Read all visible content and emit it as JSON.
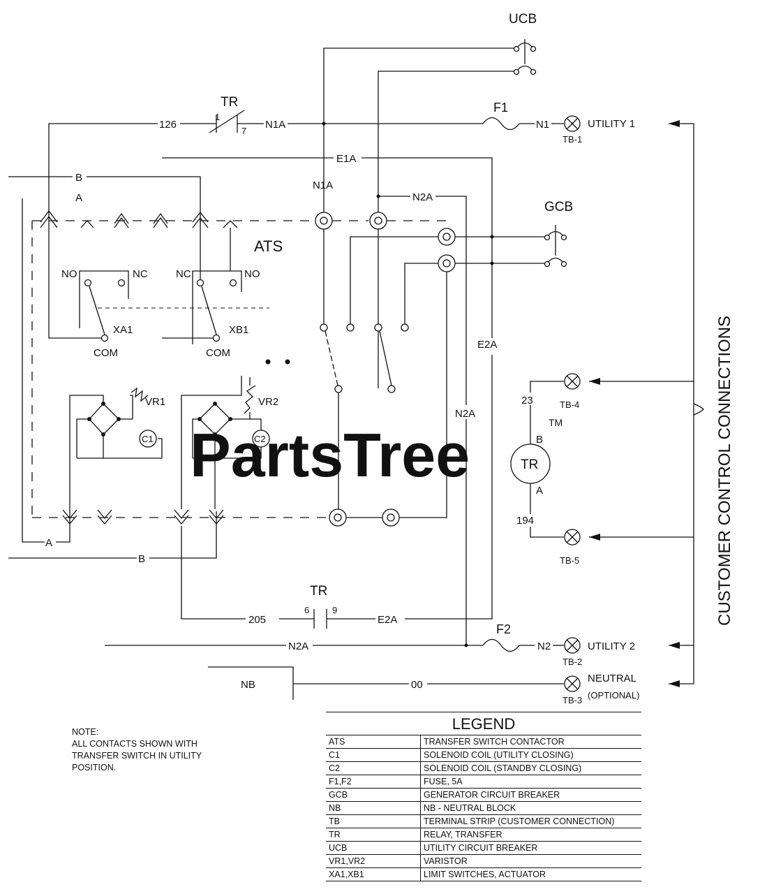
{
  "labels": {
    "ucb": "UCB",
    "gcb": "GCB",
    "ats": "ATS",
    "tr_top": "TR",
    "tr_bottom": "TR",
    "tr_coil": "TR",
    "f1": "F1",
    "f2": "F2",
    "w126": "126",
    "w205": "205",
    "w23": "23",
    "w194": "194",
    "w00": "00",
    "n1a_top": "N1A",
    "n1a_mid": "N1A",
    "n1": "N1",
    "n2": "N2",
    "n2a_mid": "N2A",
    "n2a_vert": "N2A",
    "n2a_bottom": "N2A",
    "e1a": "E1A",
    "e2a_vert": "E2A",
    "e2a_bottom": "E2A",
    "pin1": "1",
    "pin7": "7",
    "pin6": "6",
    "pin9": "9",
    "b_top": "B",
    "a_top": "A",
    "a_bottom": "A",
    "b_bottom": "B",
    "coil_b": "B",
    "coil_a": "A",
    "no_left": "NO",
    "nc_left": "NC",
    "nc_right": "NC",
    "no_right": "NO",
    "xa1": "XA1",
    "xb1": "XB1",
    "com_left": "COM",
    "com_right": "COM",
    "vr1": "VR1",
    "vr2": "VR2",
    "c1": "C1",
    "c2": "C2",
    "nb": "NB",
    "utility1": "UTILITY 1",
    "utility2": "UTILITY 2",
    "neutral": "NEUTRAL",
    "optional": "(OPTIONAL)",
    "tb1": "TB-1",
    "tb2": "TB-2",
    "tb3": "TB-3",
    "tb4": "TB-4",
    "tb5": "TB-5",
    "customer": "CUSTOMER CONTROL CONNECTIONS",
    "watermark": "PartsTree",
    "watermark_tm": "TM"
  },
  "note": {
    "heading": "NOTE:",
    "text": "ALL CONTACTS SHOWN WITH\nTRANSFER SWITCH IN UTILITY\nPOSITION."
  },
  "legend": {
    "title": "LEGEND",
    "rows": [
      {
        "key": "ATS",
        "desc": "TRANSFER SWITCH CONTACTOR"
      },
      {
        "key": "C1",
        "desc": "SOLENOID COIL (UTILITY CLOSING)"
      },
      {
        "key": "C2",
        "desc": "SOLENOID COIL (STANDBY CLOSING)"
      },
      {
        "key": "F1,F2",
        "desc": "FUSE, 5A"
      },
      {
        "key": "GCB",
        "desc": "GENERATOR CIRCUIT BREAKER"
      },
      {
        "key": "NB",
        "desc": "NB - NEUTRAL BLOCK"
      },
      {
        "key": "TB",
        "desc": "TERMINAL STRIP (CUSTOMER CONNECTION)"
      },
      {
        "key": "TR",
        "desc": "RELAY, TRANSFER"
      },
      {
        "key": "UCB",
        "desc": "UTILITY CIRCUIT BREAKER"
      },
      {
        "key": "VR1,VR2",
        "desc": "VARISTOR"
      },
      {
        "key": "XA1,XB1",
        "desc": "LIMIT SWITCHES, ACTUATOR"
      }
    ]
  }
}
